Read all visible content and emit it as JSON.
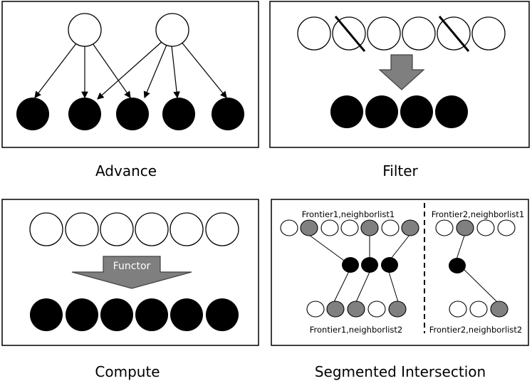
{
  "panels": {
    "advance": {
      "caption": "Advance"
    },
    "filter": {
      "caption": "Filter"
    },
    "compute": {
      "caption": "Compute",
      "functor_label": "Functor"
    },
    "segmented": {
      "caption": "Segmented Intersection",
      "label_top_left": "Frontier1,neighborlist1",
      "label_top_right": "Frontier2,neighborlist1",
      "label_bottom_left": "Frontier1,neighborlist2",
      "label_bottom_right": "Frontier2,neighborlist2"
    }
  },
  "colors": {
    "outline": "#000000",
    "filled": "#000000",
    "empty": "#ffffff",
    "highlight": "#808080",
    "arrow": "#7f7f7f"
  }
}
